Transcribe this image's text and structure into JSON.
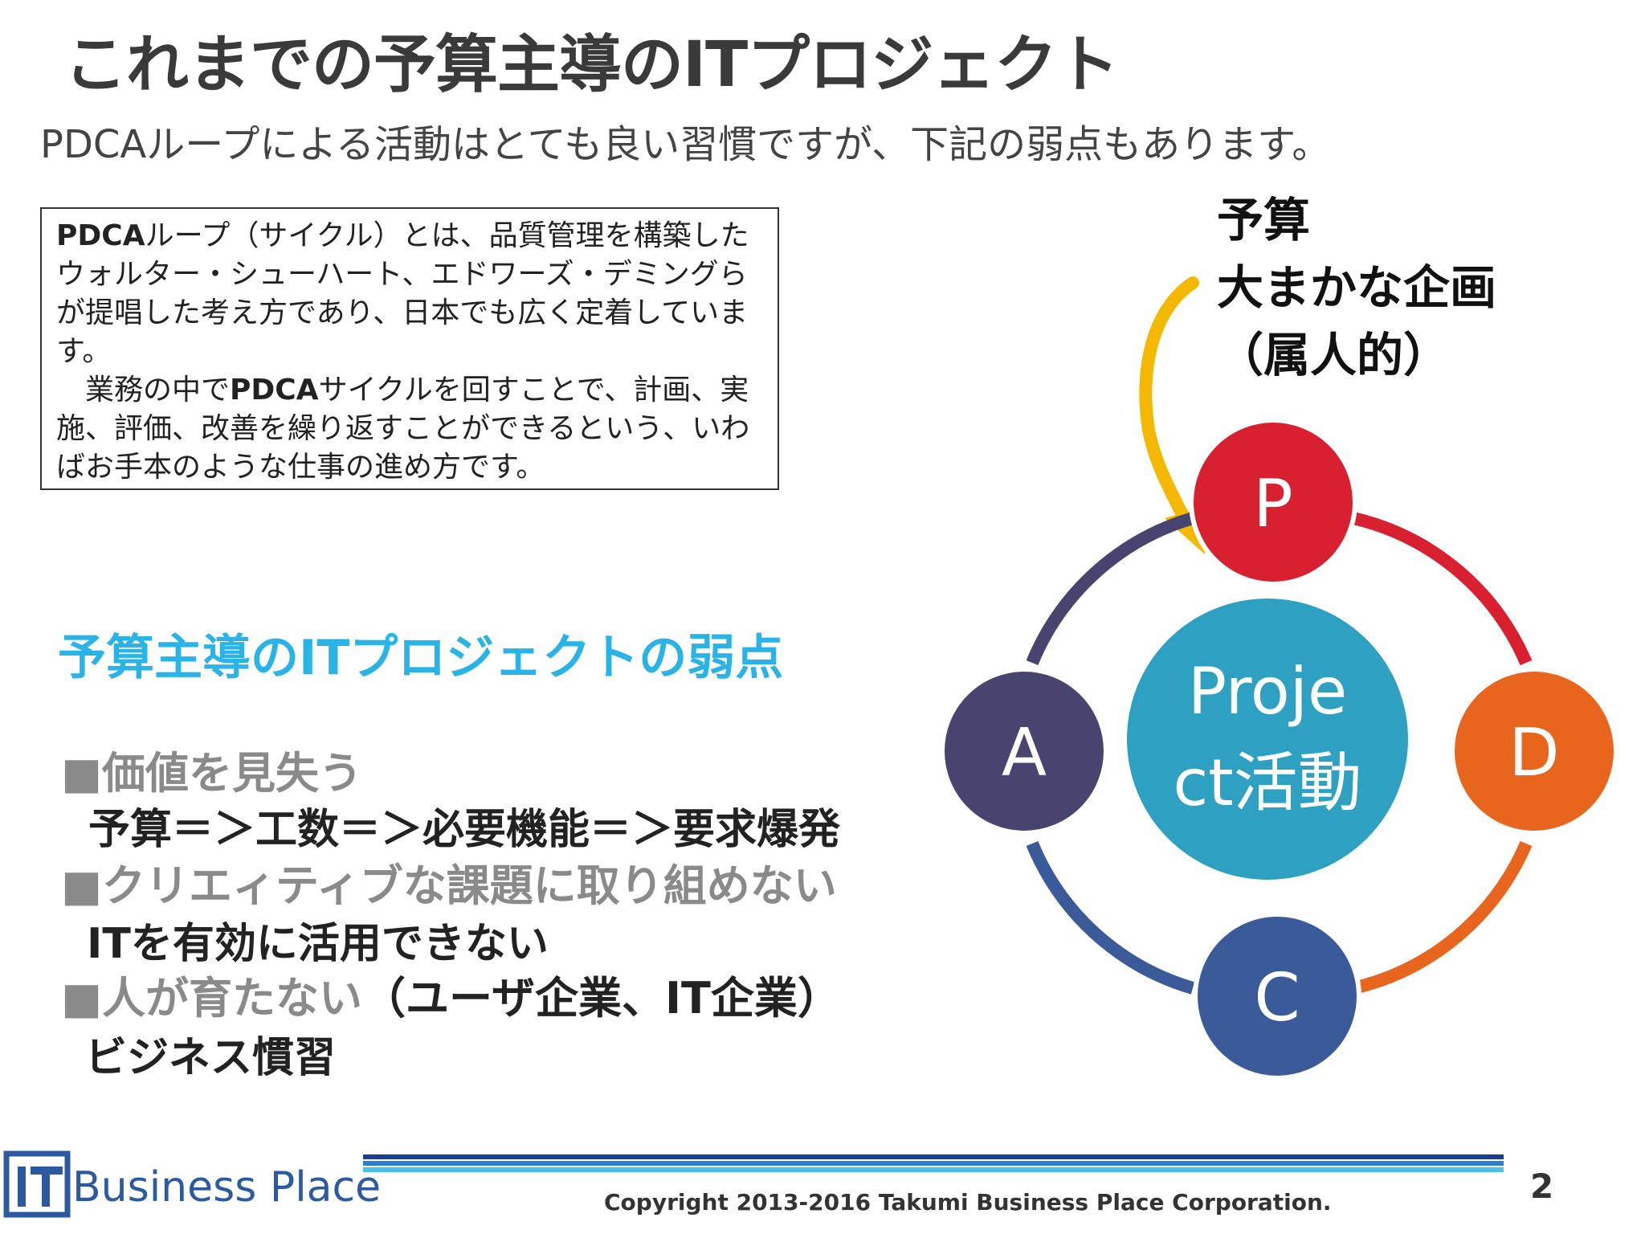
{
  "title": "これまでの予算主導のITプロジェクト",
  "subtitle": "PDCAループによる活動はとても良い習慣ですが、下記の弱点もあります。",
  "definition": {
    "term1": "PDCA",
    "line1_rest": "ループ（サイクル）とは、品質管理を構築したウォルター・シューハート、エドワーズ・デミングらが提唱した考え方であり、日本でも広く定着しています。",
    "line2_pre": "　業務の中で",
    "term2": "PDCA",
    "line2_rest": "サイクルを回すことで、計画、実施、評価、改善を繰り返すことができるという、いわばお手本のような仕事の進め方です。"
  },
  "weaknesses": {
    "heading": "予算主導のITプロジェクトの弱点",
    "items": [
      {
        "bullet": "■価値を見失う",
        "detail": "予算＝＞工数＝＞必要機能＝＞要求爆発"
      },
      {
        "bullet": "■クリエィティブな課題に取り組めない",
        "detail": "ITを有効に活用できない"
      },
      {
        "bullet": "■人が育たない",
        "bullet_extra": "（ユーザ企業、IT企業）",
        "detail": "ビジネス慣習"
      }
    ]
  },
  "budget_note": {
    "line1": "予算",
    "line2": "大まかな企画",
    "line3": "（属人的）"
  },
  "cycle": {
    "center_line1": "Proje",
    "center_line2": "ct活動",
    "nodes": [
      {
        "label": "P",
        "color": "#d92030"
      },
      {
        "label": "D",
        "color": "#e8651e"
      },
      {
        "label": "C",
        "color": "#3a5a9a"
      },
      {
        "label": "A",
        "color": "#474570"
      }
    ],
    "center_color": "#2ea0c2",
    "arrow_color": "#f5b800"
  },
  "footer": {
    "logo_text": "Business Place",
    "copyright": "Copyright  2013-2016 Takumi Business Place Corporation.",
    "page_number": "2"
  }
}
